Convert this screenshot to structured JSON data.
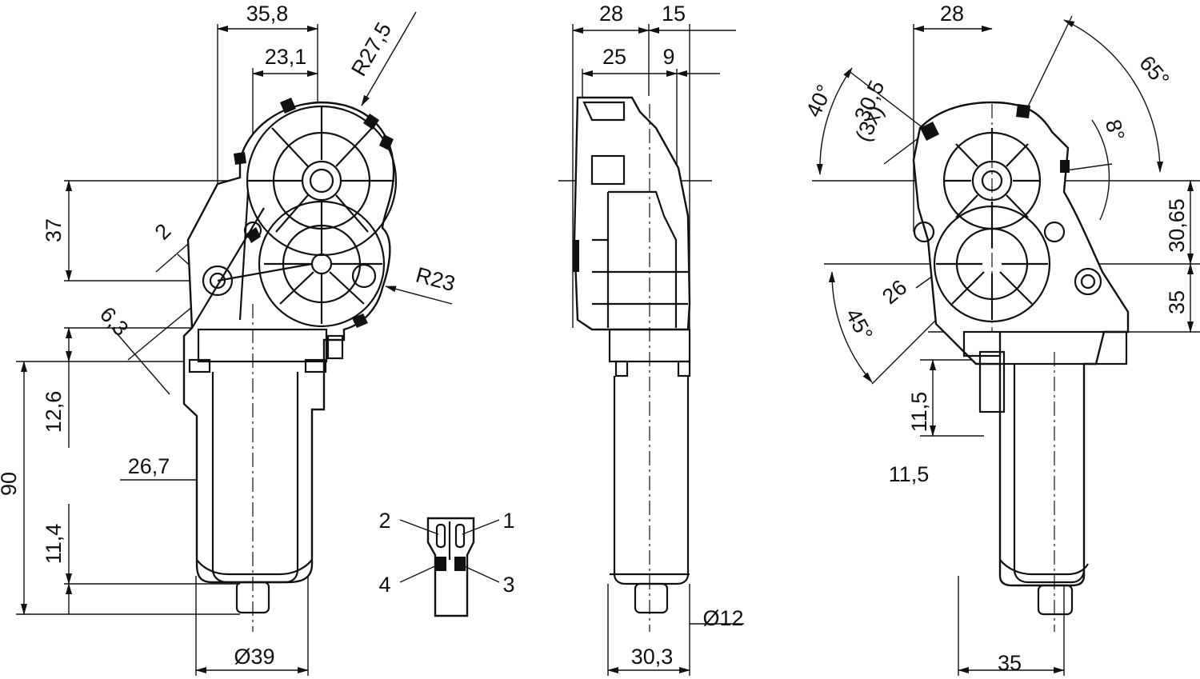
{
  "dimensions": {
    "front": {
      "width_top": "35,8",
      "width_inner": "23,1",
      "radius_large": "R27,5",
      "radius_small": "R23",
      "offset_2": "2",
      "height_37": "37",
      "offset_63": "6,3",
      "height_126": "12,6",
      "height_90": "90",
      "height_114": "11,4",
      "width_267": "26,7",
      "diameter_39": "Ø39"
    },
    "side": {
      "width_28": "28",
      "width_15": "15",
      "width_25": "25",
      "width_9": "9",
      "diameter_12": "Ø12",
      "width_303": "30,3"
    },
    "connector": {
      "pin_1": "1",
      "pin_2": "2",
      "pin_3": "3",
      "pin_4": "4"
    },
    "rear": {
      "width_28": "28",
      "angle_65": "65°",
      "angle_40": "40°",
      "hole_305": "30,5",
      "hole_count": "(3x)",
      "angle_8": "8°",
      "height_3065": "30,65",
      "radius_26": "26",
      "angle_45": "45°",
      "height_35": "35",
      "height_115_a": "11,5",
      "height_115_b": "11,5",
      "width_35": "35"
    }
  }
}
